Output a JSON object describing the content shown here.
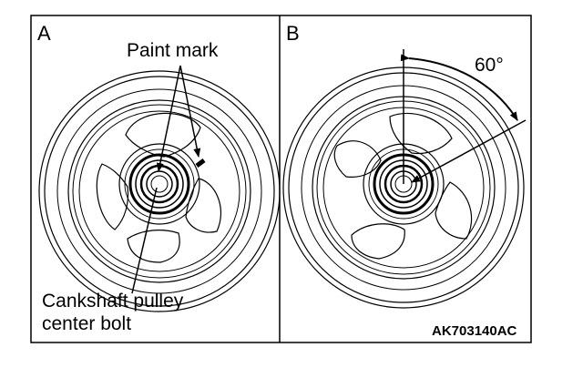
{
  "figure": {
    "code": "AK703140AC",
    "panels": [
      {
        "letter": "A",
        "labels": {
          "paint_mark": "Paint mark",
          "bolt_line1": "Cankshaft pulley",
          "bolt_line2": "center bolt"
        }
      },
      {
        "letter": "B",
        "labels": {
          "angle": "60°"
        }
      }
    ]
  },
  "colors": {
    "ink": "#000000",
    "background": "#ffffff"
  }
}
